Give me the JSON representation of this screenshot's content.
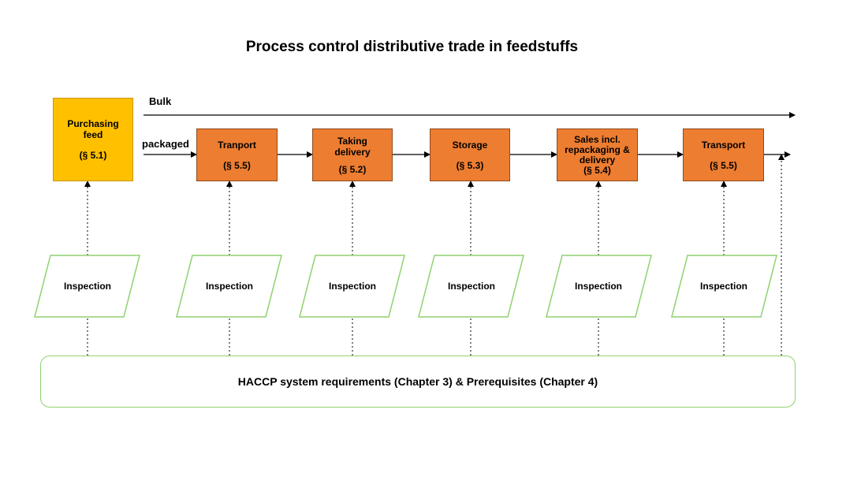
{
  "title": "Process control distributive trade in feedstuffs",
  "labels": {
    "bulk": "Bulk",
    "packaged": "packaged"
  },
  "colors": {
    "yellow": "#ffc000",
    "orange": "#ed7d31",
    "green_outline": "#8fd16f"
  },
  "steps": [
    {
      "name": "Purchasing feed",
      "section": "(§ 5.1)"
    },
    {
      "name": "Tranport",
      "section": "(§ 5.5)"
    },
    {
      "name": "Taking delivery",
      "section": "(§ 5.2)"
    },
    {
      "name": "Storage",
      "section": "(§ 5.3)"
    },
    {
      "name": "Sales incl. repackaging & delivery",
      "section": "(§ 5.4)"
    },
    {
      "name": "Transport",
      "section": "(§ 5.5)"
    }
  ],
  "inspections": [
    "Inspection",
    "Inspection",
    "Inspection",
    "Inspection",
    "Inspection",
    "Inspection"
  ],
  "haccp": "HACCP system requirements (Chapter 3) & Prerequisites (Chapter 4)"
}
